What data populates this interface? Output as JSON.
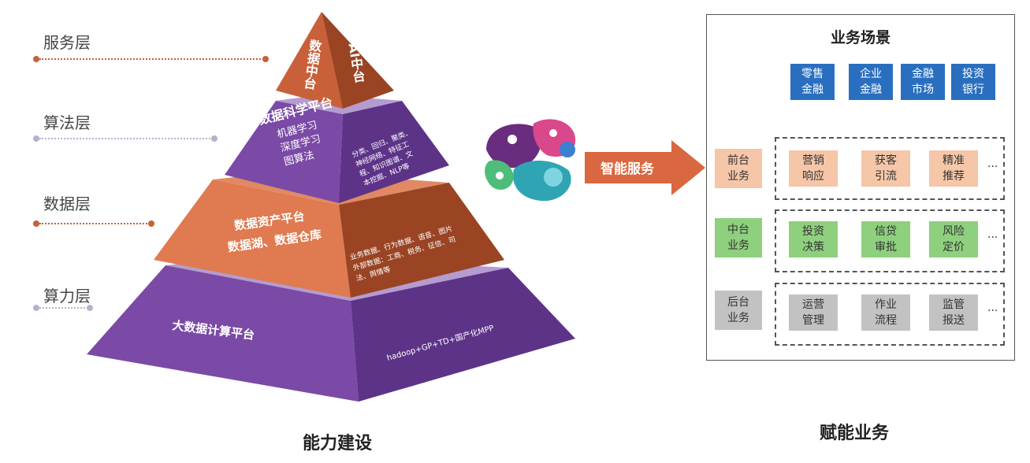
{
  "pyramid": {
    "layers": [
      {
        "label": "服务层",
        "dot_color": "#c8603a"
      },
      {
        "label": "算法层",
        "dot_color": "#b9b0cf"
      },
      {
        "label": "数据层",
        "dot_color": "#c8603a"
      },
      {
        "label": "算力层",
        "dot_color": "#b9b0cf"
      }
    ],
    "top": {
      "left_text": "数据中台",
      "right_text": "AI中台"
    },
    "algo": {
      "title": "数据科学平台",
      "items": [
        "机器学习",
        "深度学习",
        "图算法"
      ],
      "side_lines": [
        "分类、回归、聚类、",
        "神经网络、特征工",
        "程、知识图谱、文",
        "本挖掘、NLP等"
      ]
    },
    "data": {
      "title": "数据资产平台",
      "subtitle": "数据湖、数据仓库",
      "side_lines": [
        "业务数据、行为数据、语音、图片",
        "外部数据：工商、税务、征信、司",
        "法、舆情等"
      ]
    },
    "compute": {
      "title": "大数据计算平台",
      "side_text": "hadoop+GP+TD+国产化MPP"
    },
    "caption": "能力建设",
    "colors": {
      "orange": "#c8603a",
      "orange_light": "#e08963",
      "orange_dark": "#9a4424",
      "purple": "#7a4aa6",
      "purple_light": "#b59cd0",
      "purple_dark": "#5d3388"
    }
  },
  "service": {
    "arrow_label": "智能服务",
    "arrow_color": "#d9673f"
  },
  "business": {
    "title": "业务场景",
    "scenes": [
      "零售\n金融",
      "企业\n金融",
      "金融\n市场",
      "投资\n银行"
    ],
    "rows": [
      {
        "label": "前台\n业务",
        "color": "#f5c6a8",
        "items": [
          "营销\n响应",
          "获客\n引流",
          "精准\n推荐"
        ],
        "ellipsis": "..."
      },
      {
        "label": "中台\n业务",
        "color": "#8ed07e",
        "items": [
          "投资\n决策",
          "信贷\n审批",
          "风险\n定价"
        ],
        "ellipsis": "..."
      },
      {
        "label": "后台\n业务",
        "color": "#c2c2c2",
        "items": [
          "运营\n管理",
          "作业\n流程",
          "监管\n报送"
        ],
        "ellipsis": "..."
      }
    ],
    "caption": "赋能业务"
  }
}
